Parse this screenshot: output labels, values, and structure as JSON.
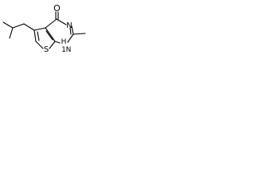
{
  "structure": {
    "atoms": {
      "oxygen": "O",
      "ring_nitrogen": "N",
      "sulfur": "S",
      "nh_nitrogen": "H",
      "nh_locant": "1",
      "nh_atom": "N"
    }
  },
  "colors": {
    "bond": "#000000",
    "label": "#000000",
    "background": "#ffffff"
  }
}
